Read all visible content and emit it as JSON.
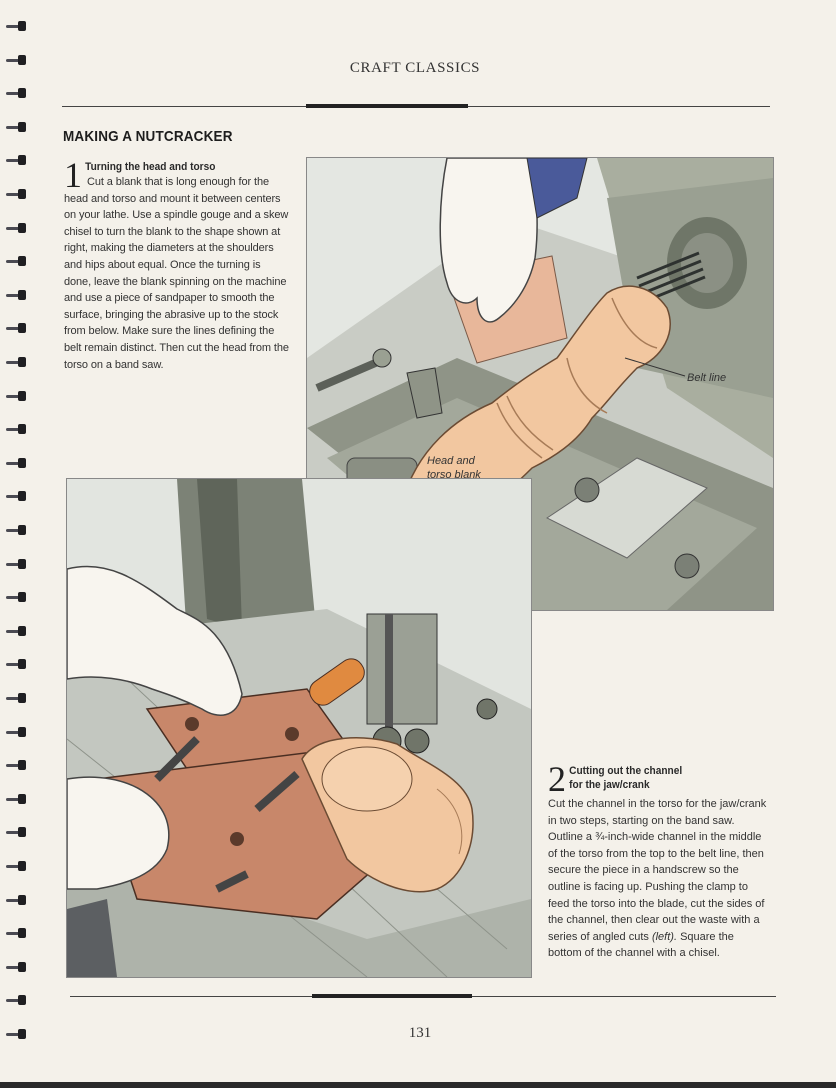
{
  "header": {
    "running_title": "CRAFT CLASSICS"
  },
  "section": {
    "title": "MAKING A NUTCRACKER"
  },
  "step1": {
    "number": "1",
    "heading": "Turning the head and torso",
    "body": "Cut a blank that is long enough for the head and torso and mount it between centers on your lathe. Use a spindle gouge and a skew chisel to turn the blank to the shape shown at right, making the diameters at the shoulders and hips about equal. Once the turning is done, leave the blank spinning on the machine and use a piece of sandpaper to smooth the surface, bringing the abrasive up to the stock from below. Make sure the lines defining the belt remain distinct. Then cut the head from the torso on a band saw."
  },
  "figure1": {
    "label_belt": "Belt line",
    "label_blank_line1": "Head and",
    "label_blank_line2": "torso blank"
  },
  "step2": {
    "number": "2",
    "heading_line1": "Cutting out the channel",
    "heading_line2": "for the jaw/crank",
    "body_part1": "Cut the channel in the torso for the jaw/crank in two steps, starting on the band saw. Outline a ¾-inch-wide channel in the middle of the torso from the top to the belt line, then secure the piece in a handscrew so the outline is facing up. Pushing the clamp to feed the torso into the blade, cut the sides of the channel, then clear out the waste with a series of angled cuts ",
    "body_italic": "(left).",
    "body_part2": " Square the bottom of the channel with a chisel."
  },
  "footer": {
    "page_number": "131"
  },
  "colors": {
    "paper": "#f4f1ea",
    "wood": "#f2c7a0",
    "machine": "#b9bdb6",
    "rule": "#222222"
  }
}
